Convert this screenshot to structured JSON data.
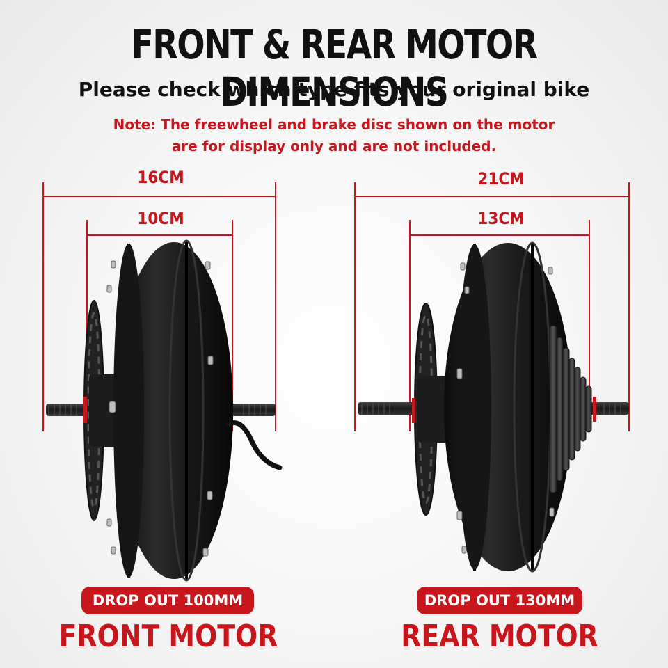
{
  "header": {
    "title": "FRONT & REAR MOTOR DIMENSIONS",
    "subtitle": "Please check which type fits your original bike",
    "note_line1": "Note: The freewheel and brake disc shown on the motor",
    "note_line2": "are for display only and are not included."
  },
  "front": {
    "outer_dim": "16CM",
    "inner_dim": "10CM",
    "dropout": "DROP OUT 100MM",
    "name": "FRONT MOTOR"
  },
  "rear": {
    "outer_dim": "21CM",
    "inner_dim": "13CM",
    "dropout": "DROP OUT 130MM",
    "name": "REAR MOTOR"
  },
  "colors": {
    "accent": "#c8161d",
    "motor": "#1a1a1a",
    "background": "#f4f4f4"
  }
}
